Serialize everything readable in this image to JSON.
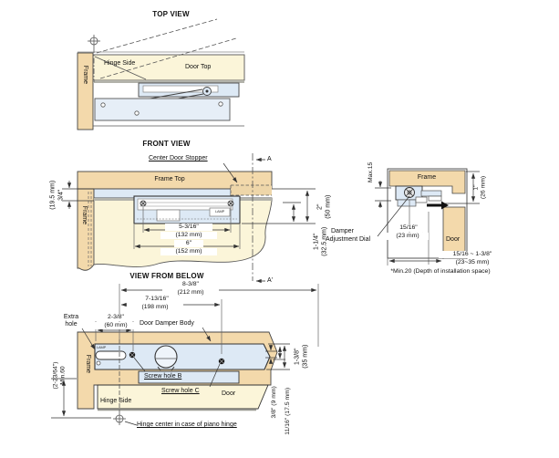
{
  "colors": {
    "wood_tan": "#f3d9ab",
    "door_cream": "#fbf5d9",
    "part_blue": "#dde9f5",
    "line_dark": "#333333"
  },
  "logo": "LAMP",
  "top_view": {
    "title": "TOP VIEW",
    "frame": "Frame",
    "hinge_side": "Hinge Side",
    "door_top": "Door Top"
  },
  "front_view": {
    "title": "FRONT VIEW",
    "center_door_stopper": "Center Door Stopper",
    "frame_top": "Frame Top",
    "frame": "Frame",
    "marker_a": "A",
    "marker_a2": "A'",
    "dim_stopper_in": "3/4\"",
    "dim_stopper_mm": "(19.5 mm)",
    "dim_screws_in": "5-3/16\"",
    "dim_screws_mm": "(132 mm)",
    "dim_body_in": "6\"",
    "dim_body_mm": "(152 mm)",
    "dim_height_in": "2\"",
    "dim_height_mm": "(50 mm)",
    "dim_offset_in": "1-1/4\"",
    "dim_offset_mm": "(32.5 mm)"
  },
  "view_from_below": {
    "title": "VIEW FROM BELOW",
    "extra_hole_line1": "Extra",
    "extra_hole_line2": "hole",
    "door_damper_body": "Door Damper Body",
    "frame": "Frame",
    "hinge_side": "Hinge Side",
    "door": "Door",
    "screw_hole_b": "Screw hole B",
    "screw_hole_c": "Screw hole C",
    "hinge_center_note": "Hinge center in case of piano hinge",
    "dim_total_in": "8-3/8\"",
    "dim_total_mm": "(212 mm)",
    "dim_screwc_in": "7-13/16\"",
    "dim_screwc_mm": "(198 mm)",
    "dim_screwb_in": "2-3/8\"",
    "dim_screwb_mm": "(60 mm)",
    "dim_min_width_in": "(2-23/64\")",
    "dim_min_width": "Min.60",
    "dim_body_w_in": "1-3/8\"",
    "dim_body_w_mm": "(35 mm)",
    "dim_b_offset": "3/8\" (9 mm)",
    "dim_c_offset": "11/16\" (17.5 mm)"
  },
  "section_view": {
    "max_gap": "Max.15",
    "frame": "Frame",
    "door": "Door",
    "damper_dial_line1": "Damper",
    "damper_dial_line2": "Adjustment Dial",
    "dim_top_in": "1\"",
    "dim_top_mm": "(26 mm)",
    "dim_dial_in": "15/16\"",
    "dim_dial_mm": "(23 mm)",
    "dim_door_range_in": "15/16 ~ 1-3/8\"",
    "dim_door_range_mm": "(23~35 mm)",
    "note": "*Min.20 (Depth of installation space)"
  }
}
